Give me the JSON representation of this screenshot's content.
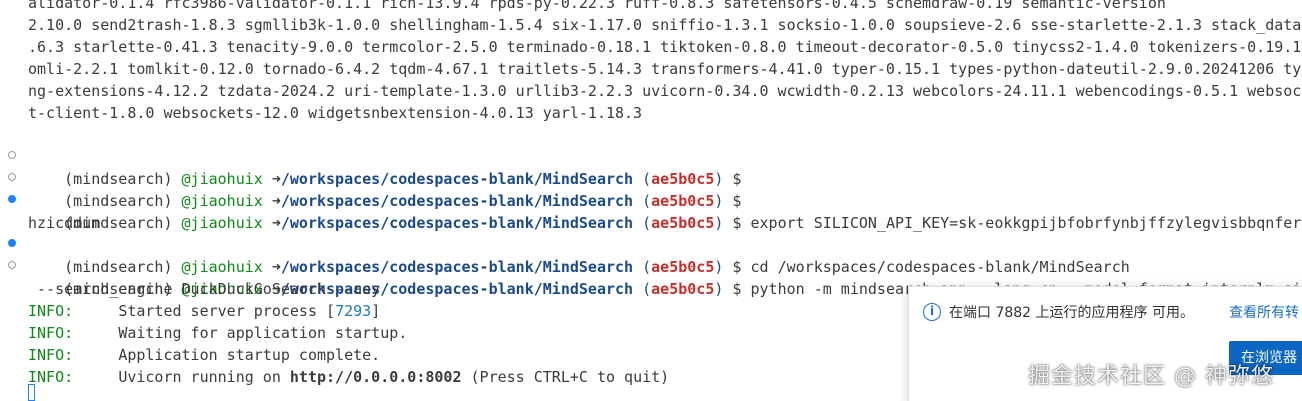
{
  "terminal": {
    "wrapped_output": [
      "alidator-0.1.4 rfc3986-validator-0.1.1 rich-13.9.4 rpds-py-0.22.3 ruff-0.8.3 safetensors-0.4.5 schemdraw-0.19 semantic-version",
      "2.10.0 send2trash-1.8.3 sgmllib3k-1.0.0 shellingham-1.5.4 six-1.17.0 sniffio-1.3.1 socksio-1.0.0 soupsieve-2.6 sse-starlette-2.1.3 stack_data-",
      ".6.3 starlette-0.41.3 tenacity-9.0.0 termcolor-2.5.0 terminado-0.18.1 tiktoken-0.8.0 timeout-decorator-0.5.0 tinycss2-1.4.0 tokenizers-0.19.1",
      "omli-2.2.1 tomlkit-0.12.0 tornado-6.4.2 tqdm-4.67.1 traitlets-5.14.3 transformers-4.41.0 typer-0.15.1 types-python-dateutil-2.9.0.20241206 ty",
      "ng-extensions-4.12.2 tzdata-2024.2 uri-template-1.3.0 urllib3-2.2.3 uvicorn-0.34.0 wcwidth-0.2.13 webcolors-24.11.1 webencodings-0.5.1 websock",
      "t-client-1.8.0 websockets-12.0 widgetsnbextension-4.0.13 yarl-1.18.3"
    ],
    "prompt": {
      "env": "(mindsearch)",
      "user": "@jiaohuix",
      "arrow": "➜",
      "path": "/workspaces/codespaces-blank/MindSearch",
      "branch_open": "(",
      "branch": "ae5b0c5",
      "branch_close": ")",
      "dollar": "$"
    },
    "commands": [
      {
        "status": "empty",
        "text": ""
      },
      {
        "status": "empty",
        "text": ""
      },
      {
        "status": "filled",
        "text": "export SILICON_API_KEY=sk-eokkgpijbfobrfynbjffzylegvisbbqnferuslr"
      },
      {
        "status": "filled",
        "text": "cd /workspaces/codespaces-blank/MindSearch"
      },
      {
        "status": "empty",
        "text": "python -m mindsearch.app --lang cn --model_format internlm_silico"
      }
    ],
    "export_continuation": "hzicddum",
    "python_continuation": " --search_engine DuckDuckGoSearch --asy",
    "info_lines": [
      {
        "level": "INFO:",
        "pre": "Started server process [",
        "pid": "7293",
        "post": "]"
      },
      {
        "level": "INFO:",
        "pre": "Waiting for application startup.",
        "pid": "",
        "post": ""
      },
      {
        "level": "INFO:",
        "pre": "Application startup complete.",
        "pid": "",
        "post": ""
      },
      {
        "level": "INFO:",
        "pre": "Uvicorn running on ",
        "url": "http://0.0.0.0:8002",
        "post": " (Press CTRL+C to quit)"
      }
    ]
  },
  "notification": {
    "icon": "info-icon",
    "message": "在端口 7882 上运行的应用程序 可用。",
    "link": "查看所有转",
    "button": "在浏览器"
  },
  "watermark": "掘金技术社区 @ 神弥悠"
}
